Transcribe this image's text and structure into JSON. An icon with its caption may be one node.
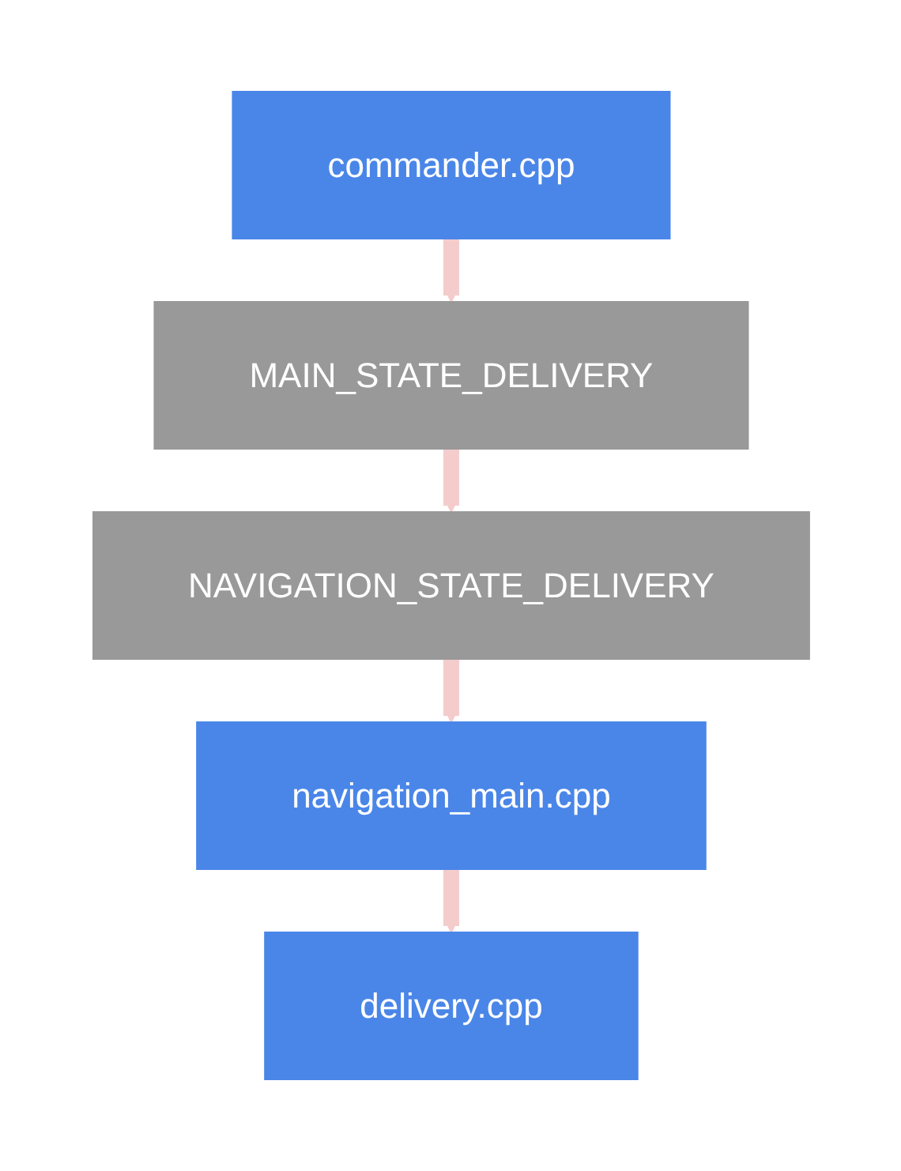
{
  "diagram": {
    "nodes": [
      {
        "text": [
          "commander.cpp"
        ]
      },
      {
        "text": [
          "MAIN_STATE_DELIVERY"
        ]
      },
      {
        "text": [
          "NAVIGATION_STATE_DELIVERY"
        ]
      },
      {
        "text": [
          "navigation_main.cpp"
        ]
      },
      {
        "text": [
          "delivery.cpp"
        ]
      }
    ],
    "edges": [
      {
        "from": 0,
        "to": 1,
        "arrow": "to"
      },
      {
        "from": 1,
        "to": 2,
        "arrow": "to"
      },
      {
        "from": 2,
        "to": 3,
        "arrow": "to"
      },
      {
        "from": 3,
        "to": 4,
        "arrow": "to"
      }
    ]
  }
}
